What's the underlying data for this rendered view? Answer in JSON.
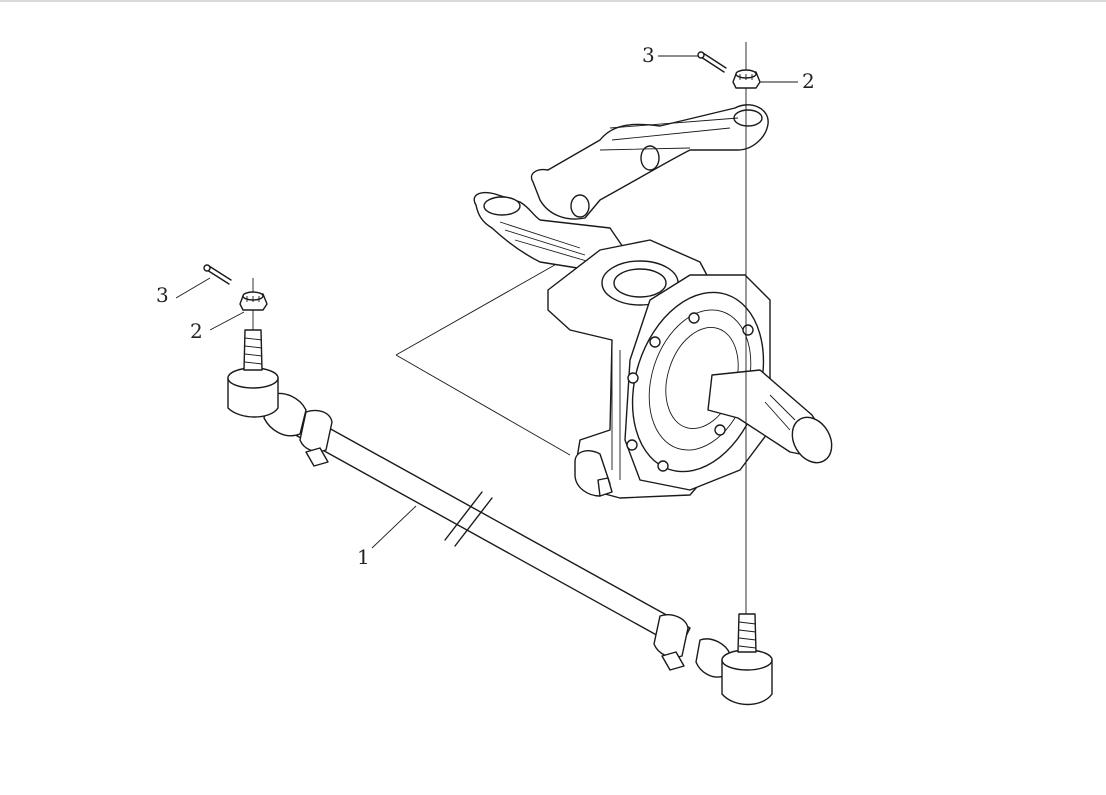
{
  "diagram": {
    "callouts": [
      {
        "id": "cotter-pin-right",
        "label": "3"
      },
      {
        "id": "castle-nut-right",
        "label": "2"
      },
      {
        "id": "cotter-pin-left",
        "label": "3"
      },
      {
        "id": "castle-nut-left",
        "label": "2"
      },
      {
        "id": "tie-rod",
        "label": "1"
      }
    ]
  }
}
